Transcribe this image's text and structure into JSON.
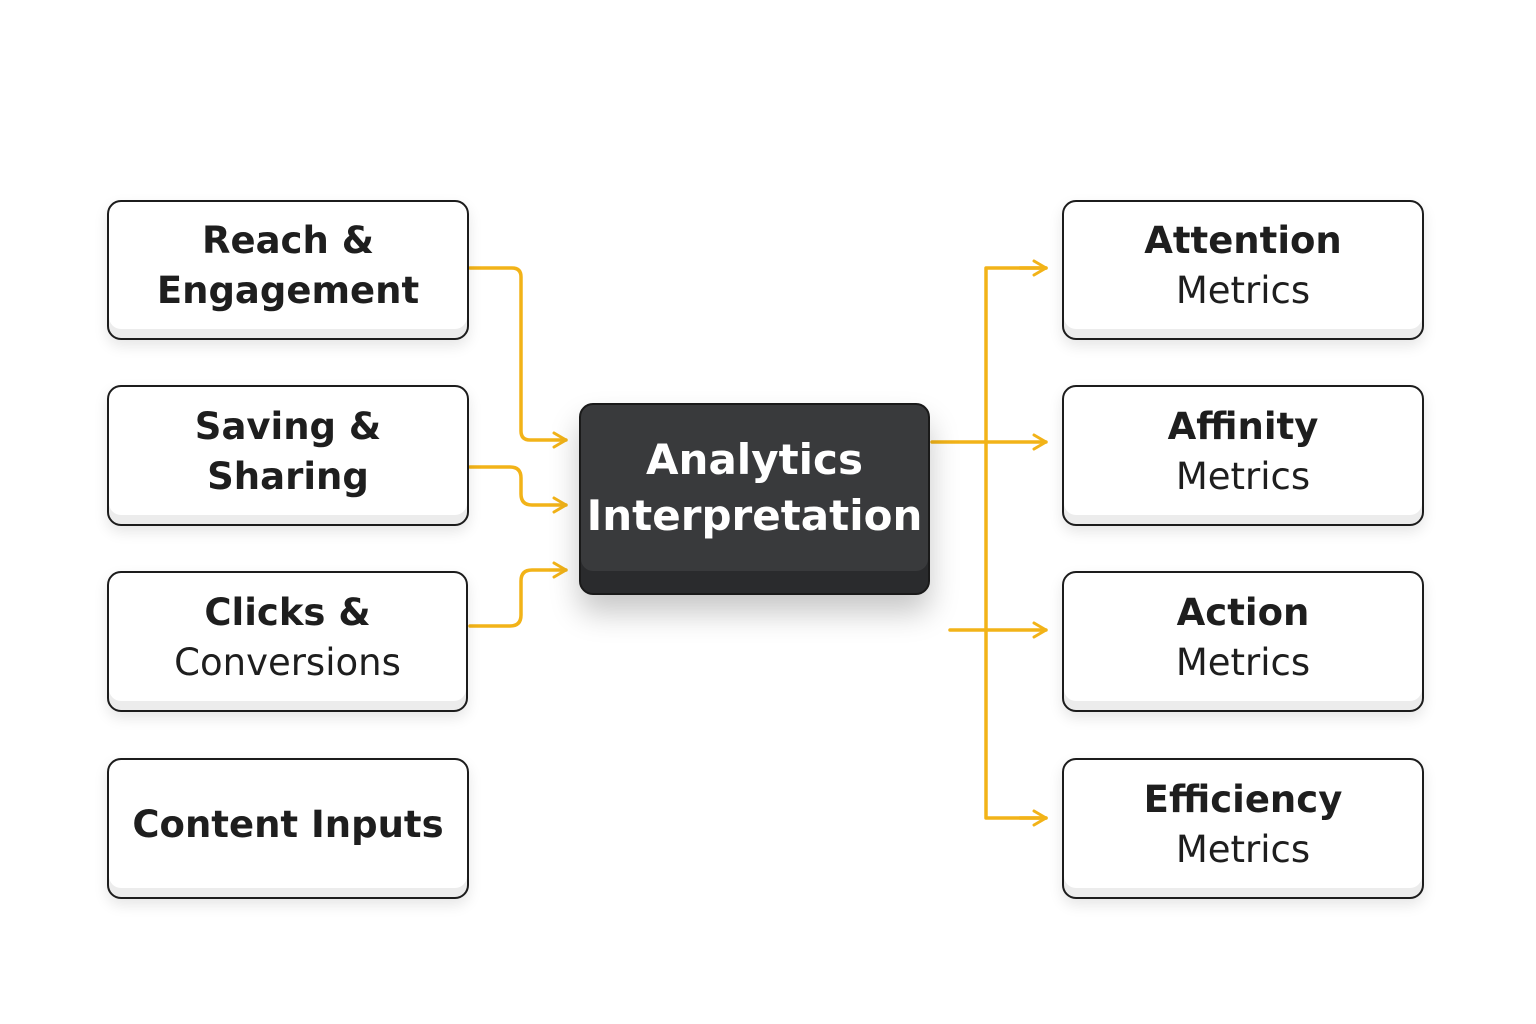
{
  "diagram": {
    "center": {
      "line1": "Analytics",
      "line2": "Interpretation"
    },
    "inputs": [
      {
        "line1": "Reach &",
        "line2": "Engagement"
      },
      {
        "line1": "Saving &",
        "line2": "Sharing"
      },
      {
        "line1": "Clicks &",
        "line2": "Conversions"
      },
      {
        "line1": "Content Inputs"
      }
    ],
    "outputs": [
      {
        "line1": "Attention",
        "line2": "Metrics"
      },
      {
        "line1": "Affinity",
        "line2": "Metrics"
      },
      {
        "line1": "Action",
        "line2": "Metrics"
      },
      {
        "line1": "Efficiency",
        "line2": "Metrics"
      }
    ],
    "colors": {
      "connector": "#f2b318",
      "center_fill": "#393a3c",
      "box_border": "#1c1c1c"
    }
  }
}
